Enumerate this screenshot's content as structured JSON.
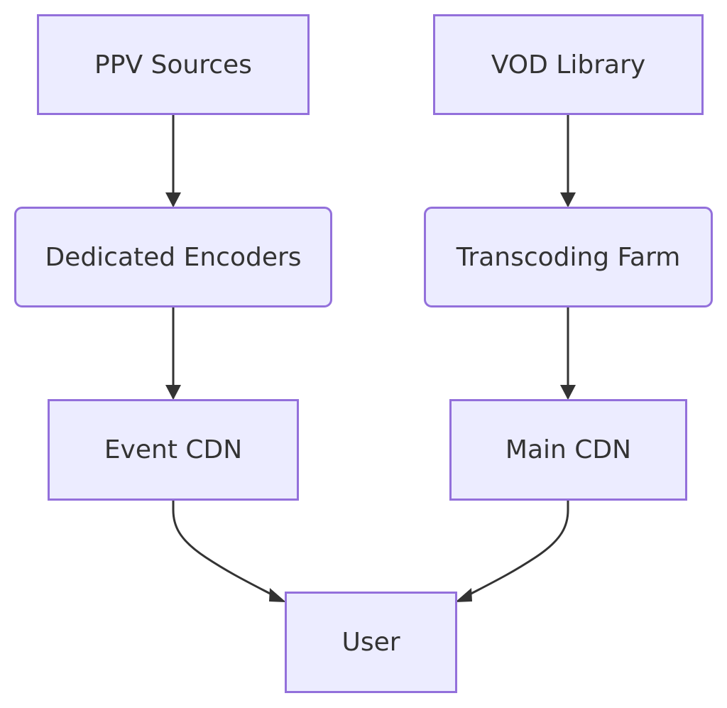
{
  "diagram": {
    "nodes": [
      {
        "id": "ppv_sources",
        "label": "PPV Sources",
        "shape": "rect"
      },
      {
        "id": "vod_library",
        "label": "VOD Library",
        "shape": "rect"
      },
      {
        "id": "dedicated_encoders",
        "label": "Dedicated Encoders",
        "shape": "rounded"
      },
      {
        "id": "transcoding_farm",
        "label": "Transcoding Farm",
        "shape": "rounded"
      },
      {
        "id": "event_cdn",
        "label": "Event CDN",
        "shape": "rect"
      },
      {
        "id": "main_cdn",
        "label": "Main CDN",
        "shape": "rect"
      },
      {
        "id": "user",
        "label": "User",
        "shape": "rect"
      }
    ],
    "edges": [
      {
        "from": "ppv_sources",
        "to": "dedicated_encoders"
      },
      {
        "from": "dedicated_encoders",
        "to": "event_cdn"
      },
      {
        "from": "event_cdn",
        "to": "user"
      },
      {
        "from": "vod_library",
        "to": "transcoding_farm"
      },
      {
        "from": "transcoding_farm",
        "to": "main_cdn"
      },
      {
        "from": "main_cdn",
        "to": "user"
      }
    ],
    "colors": {
      "node_fill": "#ececff",
      "node_border": "#9370db",
      "edge": "#333333",
      "text": "#333333"
    }
  }
}
